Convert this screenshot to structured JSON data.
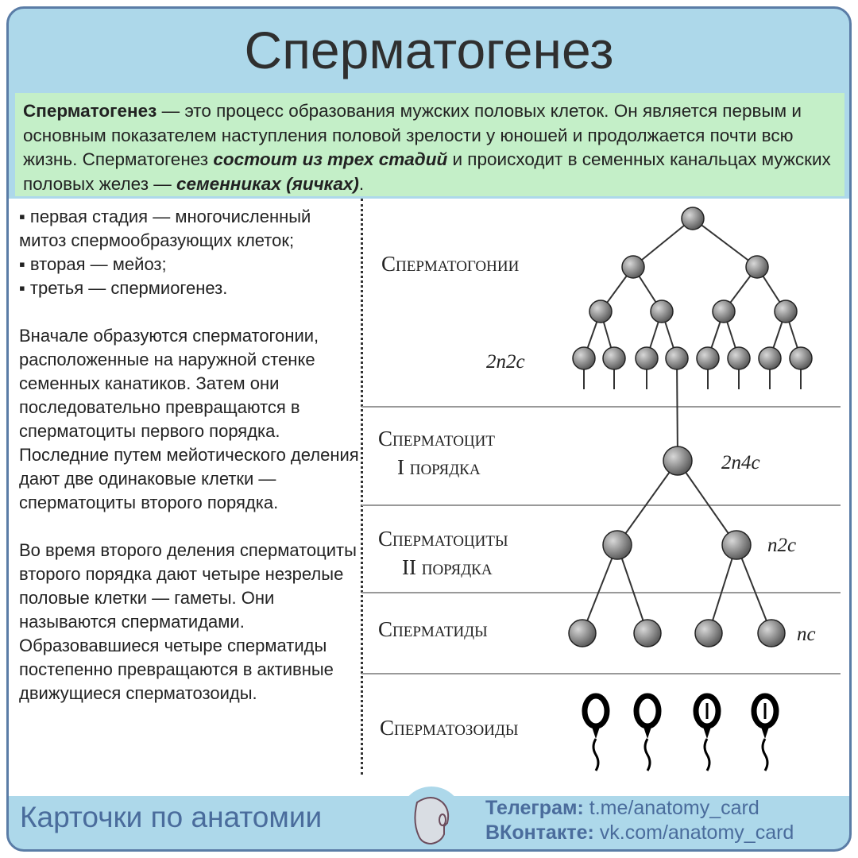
{
  "title": "Сперматогенез",
  "intro": {
    "term": "Сперматогенез",
    "t1": " — это процесс образования мужских половых клеток. Он является первым и основным показателем наступления половой зрелости у юношей и продолжается почти всю жизнь. Сперматогенез ",
    "em1": "состоит из трех стадий",
    "t2": " и происходит в семенных канальцах мужских половых желез — ",
    "em2": "семенниках (яичках)",
    "t3": "."
  },
  "left": {
    "stages": [
      "▪ первая стадия — многочисленный митоз спермообразующих клеток;",
      "▪ вторая — мейоз;",
      "▪ третья — спермиогенез."
    ],
    "p1": "Вначале образуются сперматогонии, расположенные на наружной стенке семенных канатиков. Затем они последовательно превращаются в сперматоциты первого порядка. Последние путем мейотического деления дают две одинаковые клетки — сперматоциты второго порядка.",
    "p2": "Во время второго деления сперматоциты второго порядка дают четыре незрелые половые клетки — гаметы. Они называются сперматидами. Образовавшиеся четыре сперматиды постепенно превращаются в активные движущиеся сперматозоиды."
  },
  "diagram": {
    "spermatogonia": "Сперматогонии",
    "f1": "2n2c",
    "sc1_a": "Сперматоцит",
    "sc1_b": "I порядка",
    "f2": "2n4c",
    "sc2_a": "Сперматоциты",
    "sc2_b": "II порядка",
    "f3": "n2c",
    "spermatids": "Сперматиды",
    "f4": "nc",
    "spermatozoa": "Сперматозоиды"
  },
  "footer": {
    "brand": "Карточки по анатомии",
    "tg_label": "Телеграм:",
    "tg_link": "t.me/anatomy_card",
    "vk_label": "ВКонтакте:",
    "vk_link": "vk.com/anatomy_card"
  }
}
